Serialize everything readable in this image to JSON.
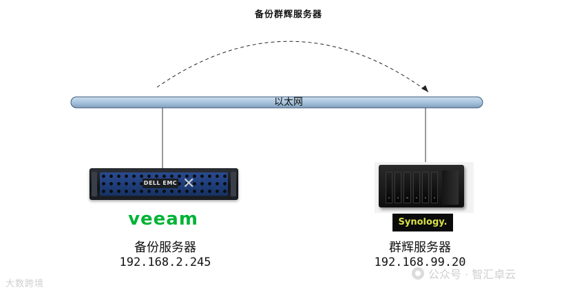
{
  "top_label": "备份群辉服务器",
  "bus_label": "以太网",
  "left_node": {
    "hardware_badge": "DELL EMC",
    "software_logo": "veeam",
    "name": "备份服务器",
    "ip": "192.168.2.245"
  },
  "right_node": {
    "logo": "Synology.",
    "name": "群辉服务器",
    "ip": "192.168.99.20"
  },
  "watermarks": {
    "left": "大数跨境",
    "right": "公众号 · 智汇卓云"
  },
  "colors": {
    "bus_fill": "#a9c4de",
    "veeam_green": "#00b336",
    "synology_yellow": "#d9e04a"
  },
  "icons": {
    "arrow": "dashed-arc-arrow",
    "server": "dell-emc-server",
    "nas": "synology-nas"
  }
}
